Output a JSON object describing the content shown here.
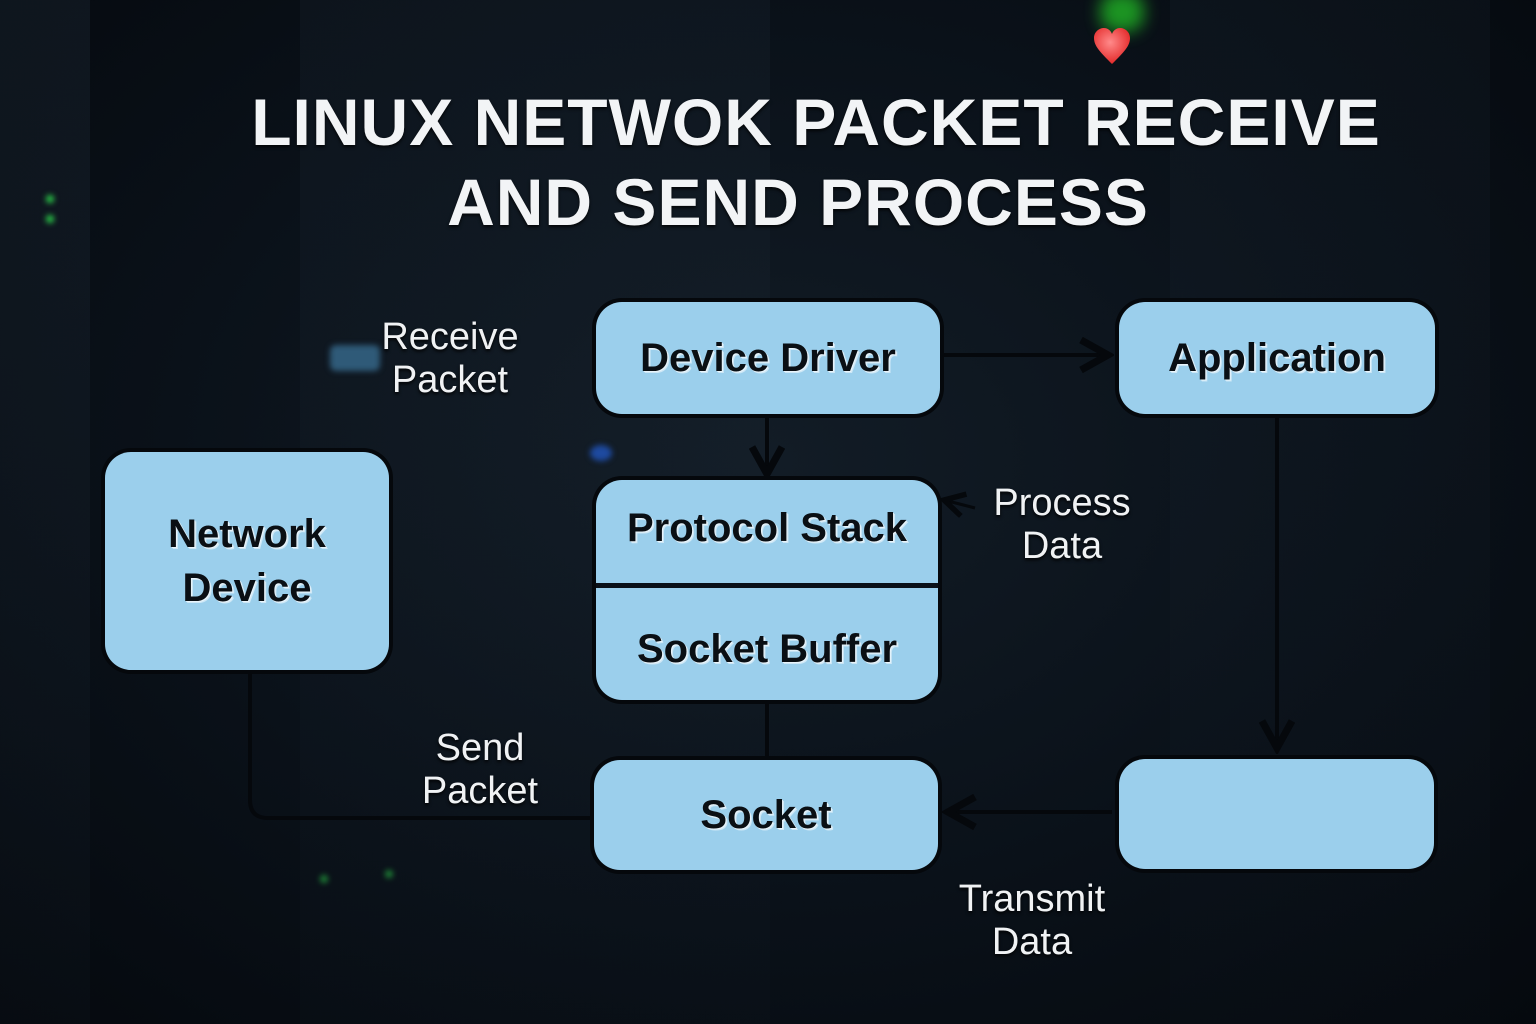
{
  "title": {
    "line1": "LINUX NETWOK PACKET RECEIVE",
    "line2": "AND SEND PROCESS"
  },
  "decoration": {
    "icon": "heart-icon",
    "heart_color": "#f04848",
    "glow_color": "#1ea324"
  },
  "colors": {
    "box_fill": "#9bcfec",
    "background": "#0a1119",
    "line": "#05080c",
    "label_text": "#f0f2f4"
  },
  "nodes": {
    "device_driver": "Device Driver",
    "application": "Application",
    "network_device_line1": "Network",
    "network_device_line2": "Device",
    "protocol_stack": "Protocol Stack",
    "socket_buffer": "Socket Buffer",
    "socket": "Socket",
    "unlabeled_box": ""
  },
  "edge_labels": {
    "receive_line1": "Receive",
    "receive_line2": "Packet",
    "process_line1": "Process",
    "process_line2": "Data",
    "send_line1": "Send",
    "send_line2": "Packet",
    "transmit_line1": "Transmit",
    "transmit_line2": "Data"
  },
  "edges": [
    {
      "from": "Device Driver",
      "to": "Application"
    },
    {
      "from": "Device Driver",
      "to": "Protocol Stack"
    },
    {
      "from": "Process Data",
      "to": "Protocol Stack"
    },
    {
      "from": "Socket Buffer",
      "to": "Socket"
    },
    {
      "from": "Application",
      "to": "unlabeled box"
    },
    {
      "from": "unlabeled box",
      "to": "Socket"
    },
    {
      "from": "Network Device",
      "to": "Socket"
    }
  ]
}
